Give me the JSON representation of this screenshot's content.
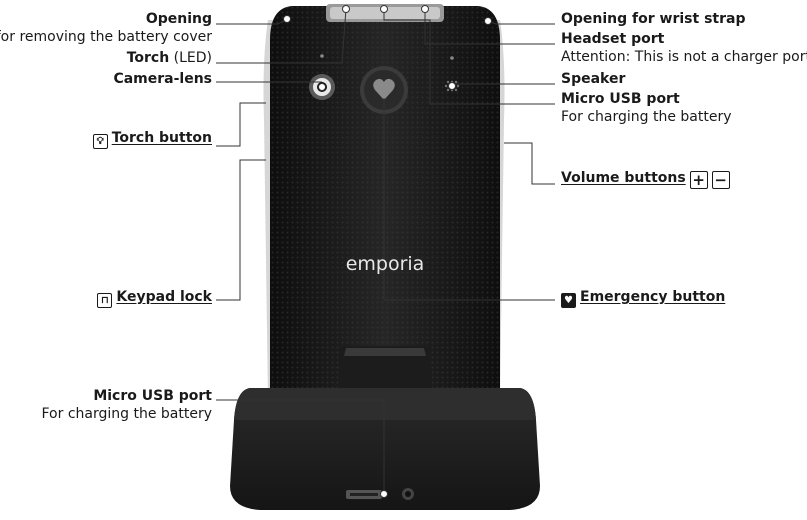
{
  "labels": {
    "opening": "Opening",
    "opening_sub": "for removing the battery cover",
    "torch": "Torch",
    "torch_sub": "(LED)",
    "camera": "Camera-lens",
    "torch_button": "Torch button",
    "keypad_lock": "Keypad lock",
    "micro_usb_bottom": "Micro USB port",
    "micro_usb_bottom_sub": "For charging the battery",
    "wrist_strap": "Opening for wrist strap",
    "headset": "Headset port",
    "headset_sub": "Attention: This is not a charger port!",
    "speaker": "Speaker",
    "micro_usb": "Micro USB port",
    "micro_usb_sub": "For charging the battery",
    "volume": "Volume buttons",
    "volume_plus": "+",
    "volume_minus": "−",
    "emergency": "Emergency button"
  },
  "brand": "emporia",
  "colors": {
    "phone_body": "#1e1e1e",
    "cradle": "#232323",
    "lines": "#333333"
  },
  "icons": {
    "torch_button": "bulb-icon",
    "keypad_lock": "lock-icon",
    "emergency": "heart-icon"
  }
}
